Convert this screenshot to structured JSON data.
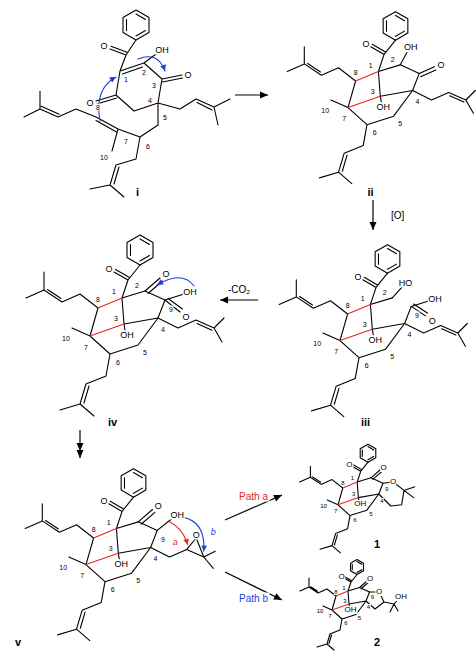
{
  "diagram": {
    "nodes": [
      {
        "text": [
          "i"
        ]
      },
      {
        "text": [
          "ii"
        ]
      },
      {
        "text": [
          "iv"
        ]
      },
      {
        "text": [
          "iii"
        ]
      },
      {
        "text": [
          "v"
        ]
      },
      {
        "text": [
          "1"
        ]
      },
      {
        "text": [
          "2"
        ]
      }
    ],
    "edges": [
      {
        "from": 0,
        "to": 1,
        "arrow": "to"
      },
      {
        "from": 1,
        "to": 3,
        "label": "[O]",
        "arrow": "to"
      },
      {
        "from": 3,
        "to": 2,
        "label": "-CO₂",
        "arrow": "to"
      },
      {
        "from": 2,
        "to": 4,
        "arrow": "to"
      },
      {
        "from": 4,
        "to": 5,
        "label": "Path a",
        "arrow": "to"
      },
      {
        "from": 4,
        "to": 6,
        "label": "Path b",
        "arrow": "to"
      }
    ],
    "labels": [
      "O",
      "OH",
      "O",
      "O",
      "1",
      "2",
      "3",
      "4",
      "5",
      "6",
      "7",
      "8",
      "10",
      "O",
      "OH",
      "O",
      "OH",
      "8",
      "2",
      "1",
      "3",
      "4",
      "7",
      "10",
      "6",
      "5",
      "O",
      "HO",
      "OH",
      "O",
      "OH",
      "8",
      "1",
      "2",
      "3",
      "4",
      "9",
      "7",
      "10",
      "6",
      "5",
      "O",
      "O",
      "OH",
      "O",
      "OH",
      "8",
      "2",
      "1",
      "3",
      "9",
      "7",
      "10",
      "6",
      "5",
      "4",
      "O",
      "O",
      "OH",
      "O",
      "OH",
      "a",
      "b",
      "8",
      "1",
      "3",
      "9",
      "7",
      "10",
      "6",
      "5",
      "4",
      "O",
      "O",
      "O",
      "OH",
      "8",
      "9",
      "1",
      "3",
      "7",
      "10",
      "6",
      "5",
      "4",
      "O",
      "O",
      "O",
      "OH",
      "OH",
      "8",
      "9",
      "1",
      "3",
      "7",
      "10",
      "6",
      "5",
      "4"
    ]
  }
}
